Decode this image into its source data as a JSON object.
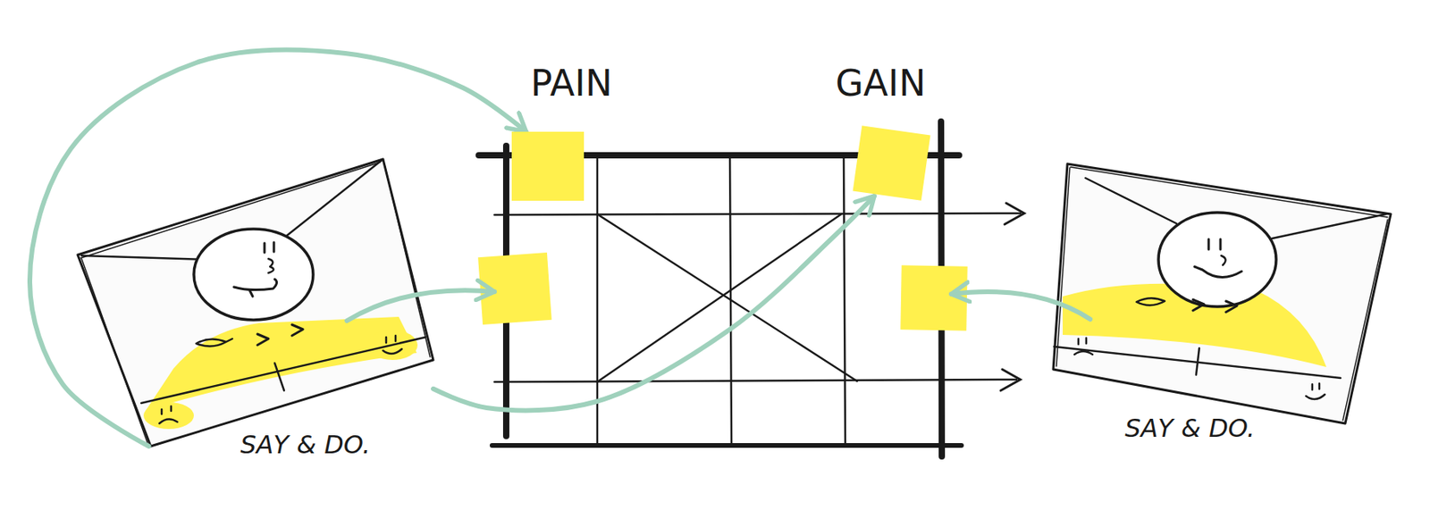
{
  "diagram": {
    "nodes": [
      {
        "text": [
          "SAY & DO."
        ]
      },
      {
        "text": [
          "PAIN"
        ]
      },
      {
        "text": [
          "GAIN"
        ]
      },
      {
        "text": [
          "SAY & DO."
        ]
      }
    ],
    "edges": [
      {
        "from": 0,
        "to": 1,
        "arrow": "to"
      },
      {
        "from": 0,
        "to": 2,
        "arrow": "to"
      }
    ]
  }
}
